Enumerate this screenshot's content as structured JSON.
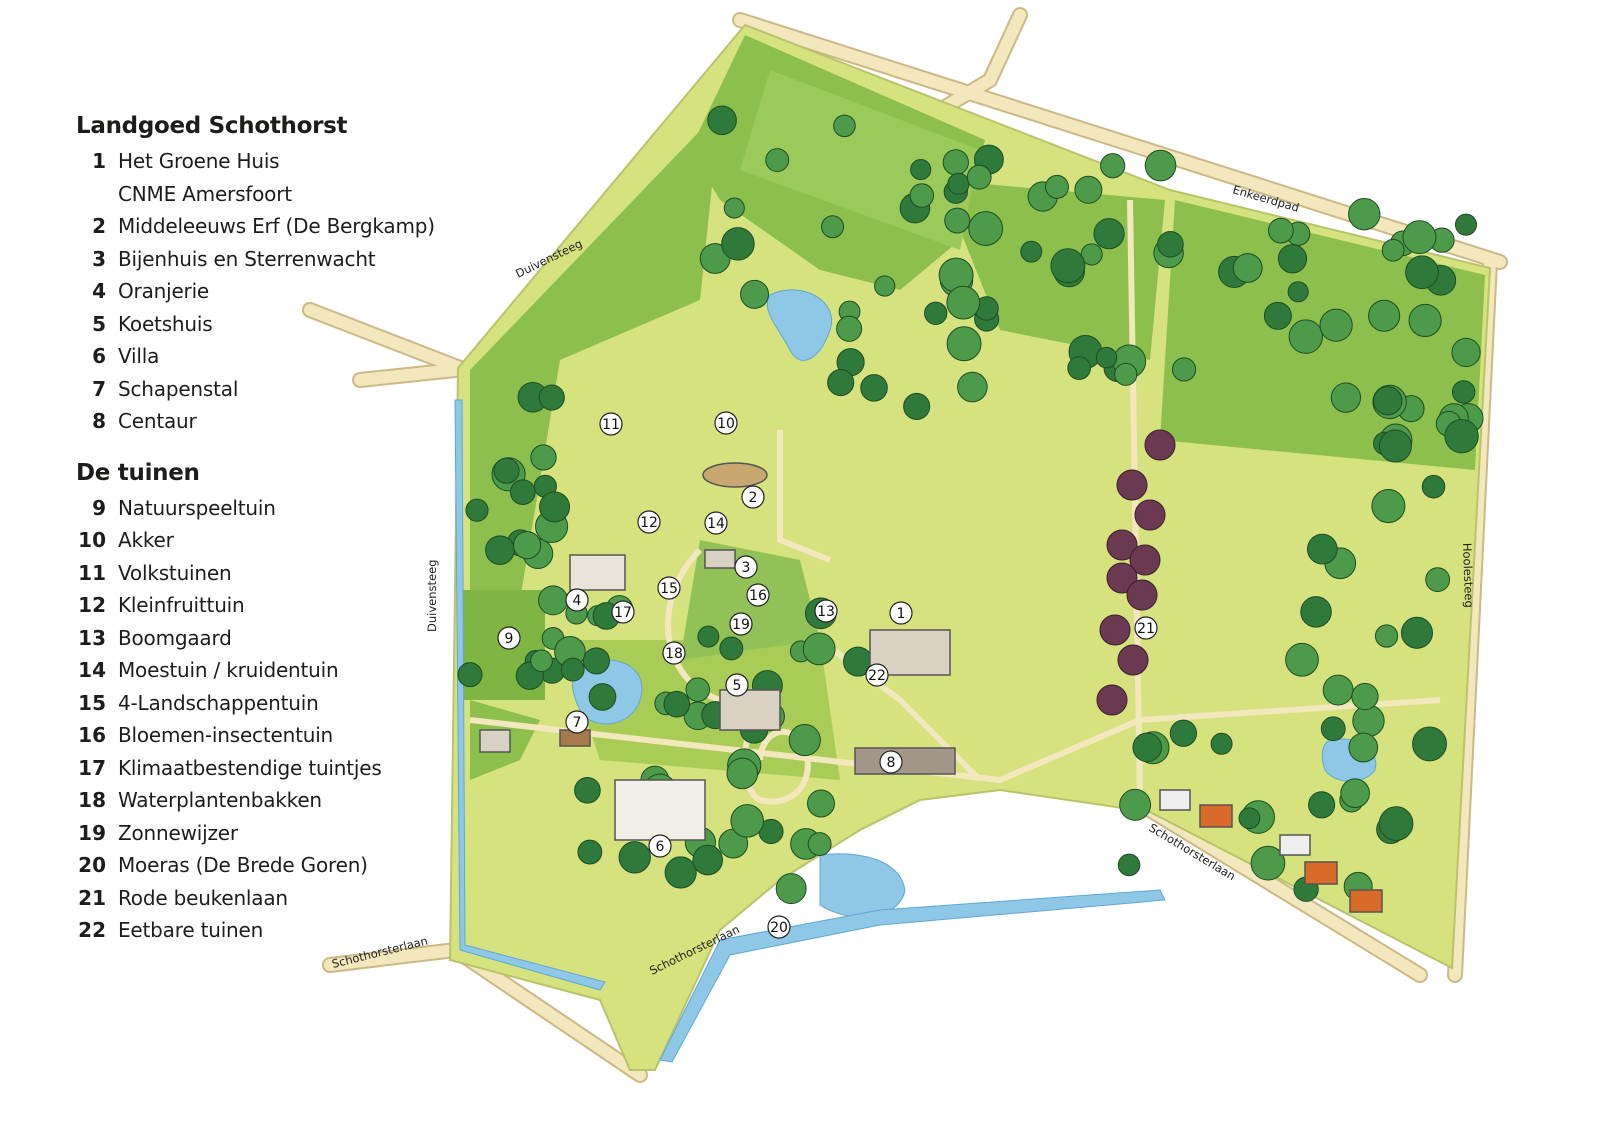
{
  "legend": {
    "sections": [
      {
        "title": "Landgoed Schothorst",
        "items": [
          {
            "num": "1",
            "label": "Het Groene Huis"
          },
          {
            "num": "",
            "label": "CNME Amersfoort"
          },
          {
            "num": "2",
            "label": "Middeleeuws Erf (De Bergkamp)"
          },
          {
            "num": "3",
            "label": "Bijenhuis en Sterrenwacht"
          },
          {
            "num": "4",
            "label": "Oranjerie"
          },
          {
            "num": "5",
            "label": "Koetshuis"
          },
          {
            "num": "6",
            "label": "Villa"
          },
          {
            "num": "7",
            "label": "Schapenstal"
          },
          {
            "num": "8",
            "label": "Centaur"
          }
        ]
      },
      {
        "title": "De tuinen",
        "items": [
          {
            "num": "9",
            "label": "Natuurspeeltuin"
          },
          {
            "num": "10",
            "label": "Akker"
          },
          {
            "num": "11",
            "label": "Volkstuinen"
          },
          {
            "num": "12",
            "label": "Kleinfruittuin"
          },
          {
            "num": "13",
            "label": "Boomgaard"
          },
          {
            "num": "14",
            "label": "Moestuin / kruidentuin"
          },
          {
            "num": "15",
            "label": "4-Landschappentuin"
          },
          {
            "num": "16",
            "label": "Bloemen-insectentuin"
          },
          {
            "num": "17",
            "label": "Klimaatbestendige tuintjes"
          },
          {
            "num": "18",
            "label": "Waterplantenbakken"
          },
          {
            "num": "19",
            "label": "Zonnewijzer"
          },
          {
            "num": "20",
            "label": "Moeras (De Brede Goren)"
          },
          {
            "num": "21",
            "label": "Rode beukenlaan"
          },
          {
            "num": "22",
            "label": "Eetbare tuinen"
          }
        ]
      }
    ]
  },
  "roads": {
    "duivensteeg_north": "Duivensteeg",
    "duivensteeg_west": "Duivensteeg",
    "enkeerdpad": "Enkeerdpad",
    "hoolesteeg": "Hoolesteeg",
    "schothorsterlaan_west": "Schothorsterlaan",
    "schothorsterlaan_south": "Schothorsterlaan",
    "schothorsterlaan_east": "Schothorsterlaan"
  },
  "markers": [
    "1",
    "2",
    "3",
    "4",
    "5",
    "6",
    "7",
    "8",
    "9",
    "10",
    "11",
    "12",
    "13",
    "14",
    "15",
    "16",
    "17",
    "18",
    "19",
    "20",
    "21",
    "22"
  ],
  "colors": {
    "meadow": "#d6e27e",
    "lawn": "#a8cc55",
    "forest": "#7fb543",
    "road": "#f3e7bd",
    "road_edge": "#cbb986",
    "water": "#8fc7e6",
    "tree": "#2f7a3a",
    "tree_light": "#4d9a4a",
    "copper_beech": "#6b3a52"
  }
}
